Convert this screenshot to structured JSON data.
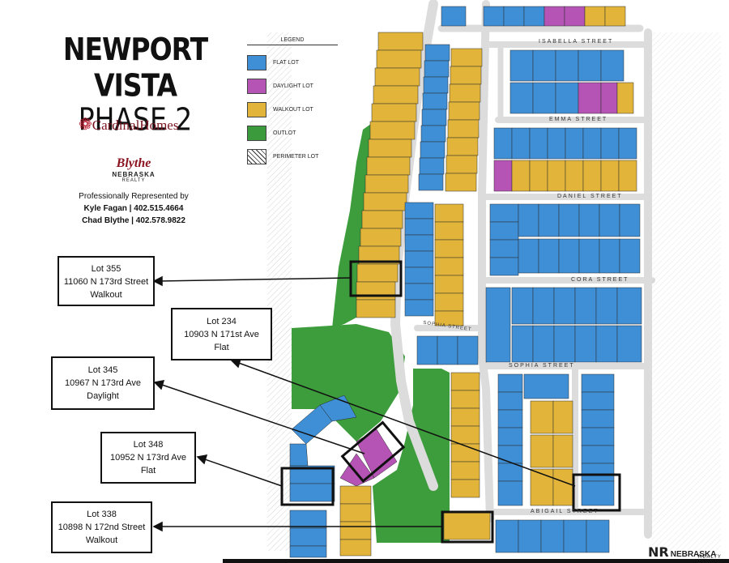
{
  "title": {
    "line1": "NEWPORT VISTA",
    "line2": "PHASE 2"
  },
  "builder": {
    "logo_text": "CardinalHomes"
  },
  "realty": {
    "name": "Blythe",
    "line2": "NEBRASKA",
    "line3": "REALTY"
  },
  "contact": {
    "line1": "Professionally Represented by",
    "line2": "Kyle Fagan | 402.515.4664",
    "line3": "Chad Blythe | 402.578.9822"
  },
  "legend": {
    "title": "LEGEND",
    "items": [
      {
        "label": "FLAT LOT",
        "color": "#3f8fd6"
      },
      {
        "label": "DAYLIGHT LOT",
        "color": "#b554b4"
      },
      {
        "label": "WALKOUT LOT",
        "color": "#e2b53a"
      },
      {
        "label": "OUTLOT",
        "color": "#3b9a3b"
      },
      {
        "label": "PERIMETER LOT",
        "color": "hatched"
      }
    ]
  },
  "callouts": [
    {
      "line1": "Lot 355",
      "line2": "11060 N 173rd Street",
      "line3": "Walkout"
    },
    {
      "line1": "Lot 234",
      "line2": "10903 N 171st Ave",
      "line3": "Flat"
    },
    {
      "line1": "Lot 345",
      "line2": "10967 N 173rd Ave",
      "line3": "Daylight"
    },
    {
      "line1": "Lot 348",
      "line2": "10952 N 173rd Ave",
      "line3": "Flat"
    },
    {
      "line1": "Lot 338",
      "line2": "10898 N 172nd Street",
      "line3": "Walkout"
    }
  ],
  "streets": [
    "ISABELLA STREET",
    "EMMA STREET",
    "DANIEL STREET",
    "CORA STREET",
    "SOPHIA STREET",
    "SOPHIA STREET",
    "ABIGAIL STREET"
  ],
  "footer_logo": {
    "name": "NEBRASKA",
    "sub": "REALTY",
    "mark": "NR"
  },
  "colors": {
    "flat": "#3f8fd6",
    "daylight": "#b554b4",
    "walkout": "#e2b53a",
    "outlot": "#3b9a3b",
    "street": "#dcdcdc"
  }
}
